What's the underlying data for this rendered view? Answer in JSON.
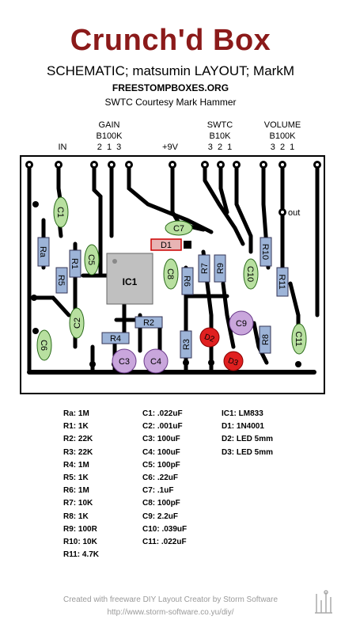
{
  "header": {
    "title": "Crunch'd Box",
    "subtitle": "SCHEMATIC; matsumin  LAYOUT; MarkM",
    "site": "FREESTOMPBOXES.ORG",
    "courtesy": "SWTC Courtesy Mark Hammer"
  },
  "board_labels": {
    "gain": "GAIN",
    "gain_pot": "B100K",
    "gain_pins": "2  1  3",
    "in": "IN",
    "power": "+9V",
    "swtc": "SWTC",
    "swtc_pot": "B10K",
    "swtc_pins": "3  2  1",
    "volume": "VOLUME",
    "volume_pot": "B100K",
    "volume_pins": "3  2  1",
    "out": "out"
  },
  "parts": {
    "resistors": [
      "Ra",
      "R1",
      "R5",
      "R2",
      "R3",
      "R4",
      "R6",
      "R7",
      "R8",
      "R9",
      "R10",
      "R11"
    ],
    "capacitors": [
      "C1",
      "C2",
      "C5",
      "C6",
      "C7",
      "C8",
      "C10",
      "C11"
    ],
    "electrolytics": [
      "C3",
      "C4",
      "C9"
    ],
    "ic": "IC1",
    "diode": "D1",
    "leds": [
      "D2",
      "D3"
    ]
  },
  "bom": {
    "col1": [
      "Ra: 1M",
      "R1: 1K",
      "R2: 22K",
      "R3: 22K",
      "R4: 1M",
      "R5: 1K",
      "R6: 1M",
      "R7: 10K",
      "R8: 1K",
      "R9: 100R",
      "R10: 10K",
      "R11: 4.7K"
    ],
    "col2": [
      "C1: .022uF",
      "C2: .001uF",
      "C3: 100uF",
      "C4: 100uF",
      "C5: 100pF",
      "C6: .22uF",
      "C7: .1uF",
      "C8: 100pF",
      "C9: 2.2uF",
      "C10: .039uF",
      "C11: .022uF"
    ],
    "col3": [
      "IC1: LM833",
      "D1: 1N4001",
      "D2: LED 5mm",
      "D3: LED 5mm"
    ]
  },
  "footer": {
    "line1": "Created with freeware DIY Layout Creator by Storm Software",
    "line2": "http://www.storm-software.co.yu/diy/"
  },
  "colors": {
    "title": "#8b1a1a",
    "resistor": "#9db4d8",
    "ceramic_cap": "#b8e0a0",
    "electrolytic": "#c9a6dc",
    "ic_body": "#c0c0c0",
    "led": "#e02020",
    "trace": "#000000"
  }
}
